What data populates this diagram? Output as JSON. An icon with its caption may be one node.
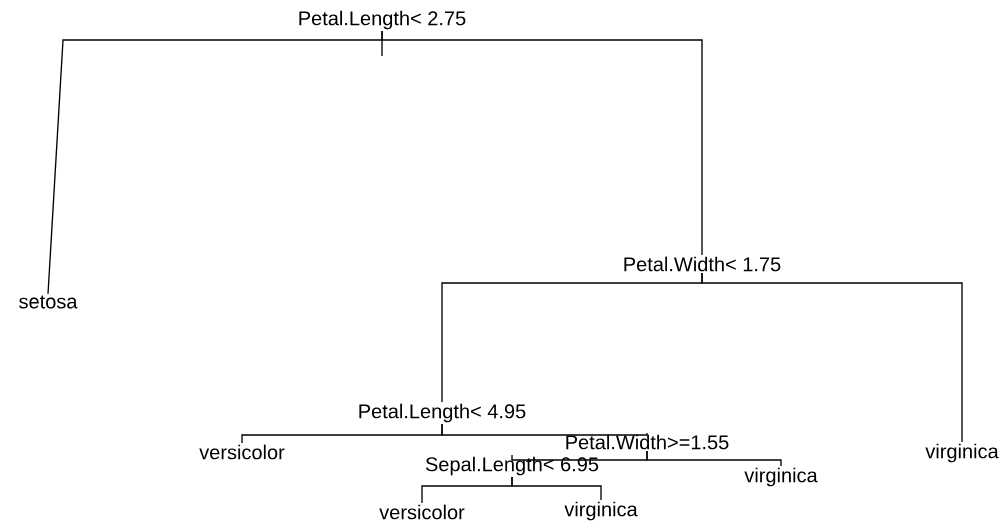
{
  "diagram": {
    "nodes": [
      {
        "text": [
          "Petal.Length< 2.75"
        ]
      },
      {
        "text": [
          "setosa"
        ]
      },
      {
        "text": [
          "Petal.Width< 1.75"
        ]
      },
      {
        "text": [
          "Petal.Length< 4.95"
        ]
      },
      {
        "text": [
          "versicolor"
        ]
      },
      {
        "text": [
          "Petal.Width>=1.55"
        ]
      },
      {
        "text": [
          "Sepal.Length< 6.95"
        ]
      },
      {
        "text": [
          "versicolor"
        ]
      },
      {
        "text": [
          "virginica"
        ]
      },
      {
        "text": [
          "virginica"
        ]
      },
      {
        "text": [
          "virginica"
        ]
      }
    ],
    "edges": [
      {
        "from": 0,
        "to": 1,
        "arrow": "none"
      },
      {
        "from": 0,
        "to": 2,
        "arrow": "none"
      },
      {
        "from": 2,
        "to": 3,
        "arrow": "none"
      },
      {
        "from": 2,
        "to": 10,
        "arrow": "none"
      },
      {
        "from": 3,
        "to": 4,
        "arrow": "none"
      },
      {
        "from": 3,
        "to": 5,
        "arrow": "none"
      },
      {
        "from": 5,
        "to": 6,
        "arrow": "none"
      },
      {
        "from": 5,
        "to": 9,
        "arrow": "none"
      },
      {
        "from": 6,
        "to": 7,
        "arrow": "none"
      },
      {
        "from": 6,
        "to": 8,
        "arrow": "none"
      }
    ]
  }
}
